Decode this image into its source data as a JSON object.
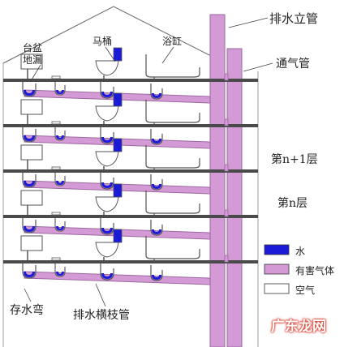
{
  "labels": {
    "washbasin_line1": "台盆",
    "washbasin_line2": "地漏",
    "toilet": "马桶",
    "bathtub": "浴缸",
    "drain_stack": "排水立管",
    "vent_pipe": "通气管",
    "floor_n_plus_1": "第n+1层",
    "floor_n": "第n层",
    "trap": "存水弯",
    "branch_pipe": "排水横枝管"
  },
  "legend": [
    {
      "label": "水",
      "color": "#1a1ad8"
    },
    {
      "label": "有害气体",
      "color": "#d49ad6"
    },
    {
      "label": "空气",
      "color": "#ffffff"
    }
  ],
  "watermark": "广东龙网",
  "colors": {
    "pipe_fill": "#d49ad6",
    "pipe_stroke": "#9a6aa0",
    "water": "#1a1ad8",
    "floor_slab": "#4a4a4a",
    "outline": "#555555"
  },
  "floor_count": 5
}
